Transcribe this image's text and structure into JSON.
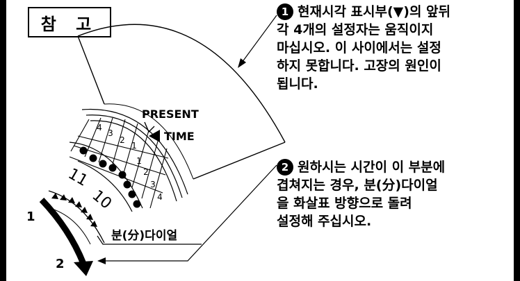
{
  "reference_label": "참 고",
  "note1": {
    "number": "1",
    "lines": [
      "현재시각 표시부(▼)의 앞뒤",
      "각 4개의 설정자는 움직이지",
      "마십시오. 이 사이에서는 설정",
      "하지 못합니다. 고장의 원인이",
      "됩니다."
    ]
  },
  "note2": {
    "number": "2",
    "lines": [
      "원하시는 시간이 이 부분에",
      "겹쳐지는 경우, 분(分)다이얼",
      "을 화살표 방향으로 돌려",
      "설정해 주십시오."
    ]
  },
  "diagram": {
    "present_label": "PRESENT",
    "time_label": "TIME",
    "hour_11": "11",
    "hour_10": "10",
    "minute_dial_label": "분(分)다이얼",
    "arrow_1": "1",
    "arrow_2": "2",
    "upper_numbers": [
      "4",
      "3",
      "2",
      "1"
    ],
    "lower_numbers": [
      "1",
      "2",
      "3",
      "4"
    ]
  }
}
